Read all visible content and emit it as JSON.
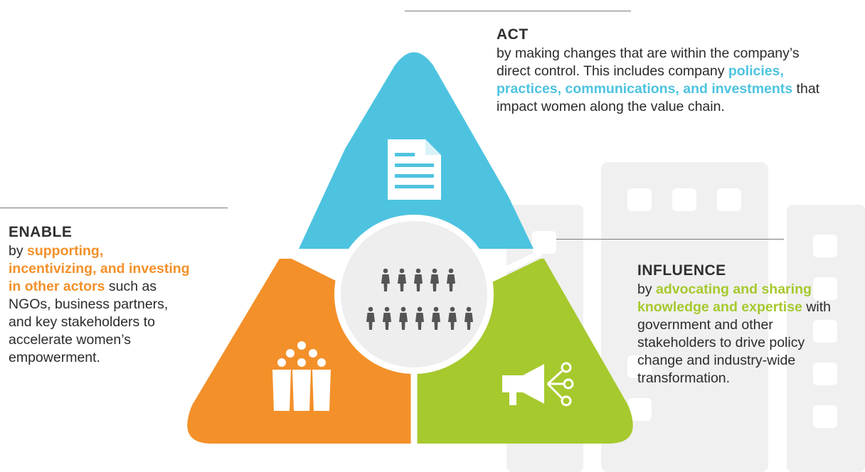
{
  "colors": {
    "act": "#4dc3e0",
    "enable": "#f39029",
    "influence": "#a6c92e",
    "center": "#eeeeee",
    "people": "#555555",
    "buildings": "#f0f0f0"
  },
  "icons": {
    "act": "document-icon",
    "enable": "group-of-people-icon",
    "influence": "megaphone-network-icon",
    "center": "crowd-of-women-icon"
  },
  "act": {
    "heading": "ACT",
    "text_before": "by making changes that are within the company’s direct control. This includes company ",
    "highlight": "policies, practices, communications, and investments",
    "text_after": " that impact women along the value chain."
  },
  "enable": {
    "heading": "ENABLE",
    "text_before": "by ",
    "highlight": "supporting, incentivizing, and investing in other actors",
    "text_after": " such as NGOs, business partners, and key stakeholders to accelerate women’s empowerment."
  },
  "influence": {
    "heading": "INFLUENCE",
    "text_before": "by ",
    "highlight": "advocating and sharing knowledge and expertise",
    "text_after": " with government and other stakeholders to drive policy change and industry-wide transformation."
  }
}
